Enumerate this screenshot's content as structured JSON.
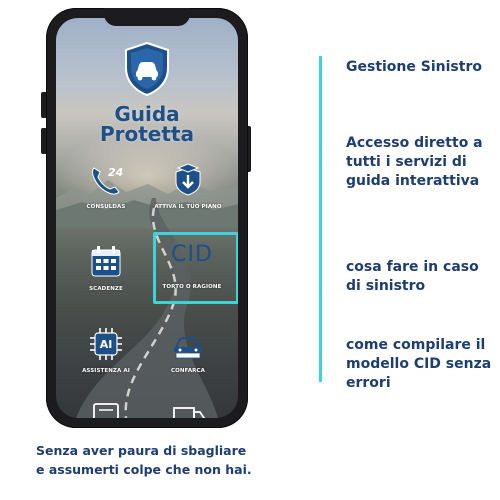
{
  "app": {
    "title_line1": "Guida",
    "title_line2": "Protetta"
  },
  "tiles": [
    {
      "label": "CONSULDAS",
      "icon": "phone-24-icon"
    },
    {
      "label": "ATTIVA IL TUO PIANO",
      "icon": "shield-download-icon"
    },
    {
      "label": "SCADENZE",
      "icon": "calendar-icon"
    },
    {
      "label": "TORTO O RAGIONE",
      "icon": "cid-icon",
      "icon_text": "CID",
      "highlighted": true
    },
    {
      "label": "ASSISTENZA AI",
      "icon": "ai-chip-icon",
      "icon_text": "AI"
    },
    {
      "label": "CONFARCA",
      "icon": "car-logo-icon"
    }
  ],
  "side_panel": {
    "heading": "Gestione Sinistro",
    "line2": "Accesso diretto a tutti i servizi di guida interattiva",
    "line3": "cosa fare in caso di sinistro",
    "line4": "come compilare il modello CID senza errori"
  },
  "tagline": {
    "line1": "Senza aver paura di sbagliare",
    "line2": "e assumerti colpe che non hai."
  },
  "colors": {
    "brand_blue": "#1d4f88",
    "text_navy": "#1e3d73",
    "accent_cyan": "#3ed3d6",
    "phone_frame": "#1c1c1e"
  }
}
